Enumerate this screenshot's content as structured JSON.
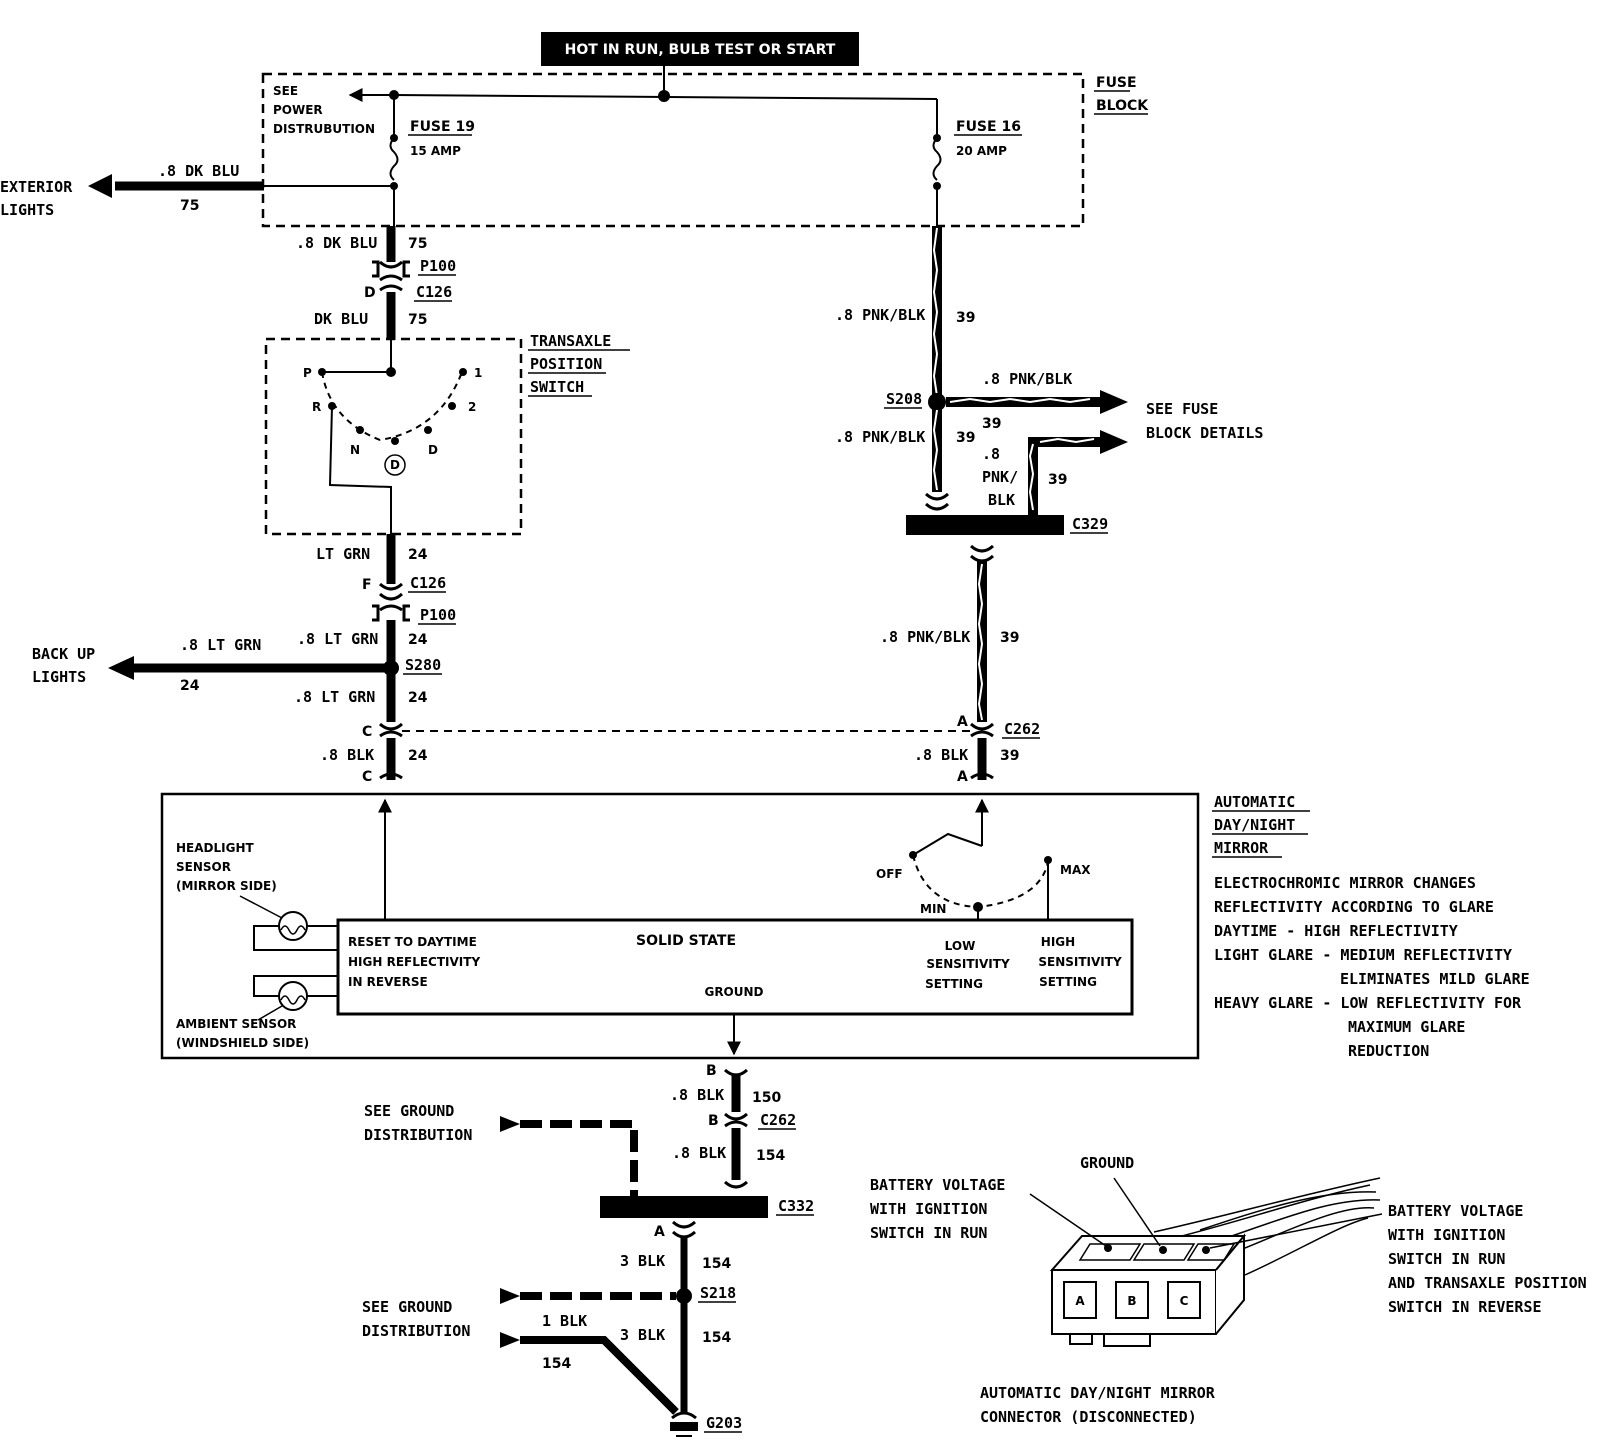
{
  "header": {
    "title": "HOT IN RUN, BULB TEST OR START"
  },
  "fuse_block": {
    "label": [
      "FUSE",
      "BLOCK"
    ],
    "see_power": [
      "SEE",
      "POWER",
      "DISTRUBUTION"
    ],
    "fuse19": {
      "name": "FUSE 19",
      "rating": "15 AMP"
    },
    "fuse16": {
      "name": "FUSE 16",
      "rating": "20 AMP"
    }
  },
  "exterior": {
    "label": [
      "EXTERIOR",
      "LIGHTS"
    ],
    "wire": ".8 DK BLU",
    "circuit": "75"
  },
  "left_circuit": {
    "w1": ".8 DK BLU",
    "c1": "75",
    "p100_top": "P100",
    "c126_pin_top": "D",
    "c126_top": "C126",
    "w2": "DK BLU",
    "c2": "75",
    "w3": "LT GRN",
    "c3": "24",
    "c126_pin_bot": "F",
    "c126_bot": "C126",
    "p100_bot": "P100",
    "w4": ".8 LT GRN",
    "c4": "24",
    "s280": "S280",
    "w5": ".8 LT GRN",
    "c5": "24",
    "c262_pin": "C",
    "w6": ".8 BLK",
    "c6": "24",
    "pin_c": "C"
  },
  "transaxle": {
    "label": [
      "TRANSAXLE",
      "POSITION",
      "SWITCH"
    ],
    "positions": {
      "p": "P",
      "r": "R",
      "n": "N",
      "d_circle": "D",
      "d": "D",
      "two": "2",
      "one": "1"
    }
  },
  "backup": {
    "label": [
      "BACK UP",
      "LIGHTS"
    ],
    "wire": ".8 LT GRN",
    "circuit": "24"
  },
  "right_circuit": {
    "w1": ".8 PNK/BLK",
    "c1": "39",
    "s208": "S208",
    "branch_wire": ".8 PNK/BLK",
    "branch_circuit": "39",
    "w2": ".8 PNK/BLK",
    "c2": "39",
    "w3": [
      ".8",
      "PNK/",
      "BLK"
    ],
    "c3": "39",
    "see_fuse": [
      "SEE FUSE",
      "BLOCK DETAILS"
    ],
    "c329": "C329",
    "w4": ".8 PNK/BLK",
    "c4": "39",
    "c262_pin": "A",
    "c262": "C262",
    "w5": ".8 BLK",
    "c5": "39",
    "pin_a": "A"
  },
  "mirror": {
    "label": [
      "AUTOMATIC",
      "DAY/NIGHT",
      "MIRROR"
    ],
    "headlight_sensor": [
      "HEADLIGHT",
      "SENSOR",
      "(MIRROR SIDE)"
    ],
    "ambient_sensor": [
      "AMBIENT SENSOR",
      "(WINDSHIELD SIDE)"
    ],
    "reset": [
      "RESET TO DAYTIME",
      "HIGH REFLECTIVITY",
      "IN REVERSE"
    ],
    "solid_state": "SOLID STATE",
    "ground": "GROUND",
    "low": [
      "LOW",
      "SENSITIVITY",
      "SETTING"
    ],
    "high": [
      "HIGH",
      "SENSITIVITY",
      "SETTING"
    ],
    "off": "OFF",
    "min": "MIN",
    "max": "MAX"
  },
  "description": [
    "ELECTROCHROMIC MIRROR CHANGES",
    "REFLECTIVITY ACCORDING TO GLARE",
    "DAYTIME - HIGH REFLECTIVITY",
    "LIGHT GLARE - MEDIUM REFLECTIVITY",
    "ELIMINATES MILD GLARE",
    "HEAVY GLARE - LOW REFLECTIVITY FOR",
    "MAXIMUM GLARE",
    "REDUCTION"
  ],
  "ground_circuit": {
    "pin_b1": "B",
    "w1": ".8 BLK",
    "c1": "150",
    "pin_b2": "B",
    "c262": "C262",
    "w2": ".8 BLK",
    "c2": "154",
    "c332": "C332",
    "pin_a": "A",
    "w3": "3 BLK",
    "c3": "154",
    "s218": "S218",
    "w4": "1 BLK",
    "c4": "154",
    "w5": "3 BLK",
    "c5": "154",
    "g203": "G203",
    "see_ground_1": [
      "SEE GROUND",
      "DISTRIBUTION"
    ],
    "see_ground_2": [
      "SEE GROUND",
      "DISTRIBUTION"
    ]
  },
  "connector": {
    "pins": [
      "A",
      "B",
      "C"
    ],
    "battery_left": [
      "BATTERY VOLTAGE",
      "WITH IGNITION",
      "SWITCH IN RUN"
    ],
    "ground": "GROUND",
    "battery_right": [
      "BATTERY VOLTAGE",
      "WITH IGNITION",
      "SWITCH IN RUN",
      "AND TRANSAXLE POSITION",
      "SWITCH IN REVERSE"
    ],
    "caption": [
      "AUTOMATIC DAY/NIGHT MIRROR",
      "CONNECTOR (DISCONNECTED)"
    ]
  }
}
